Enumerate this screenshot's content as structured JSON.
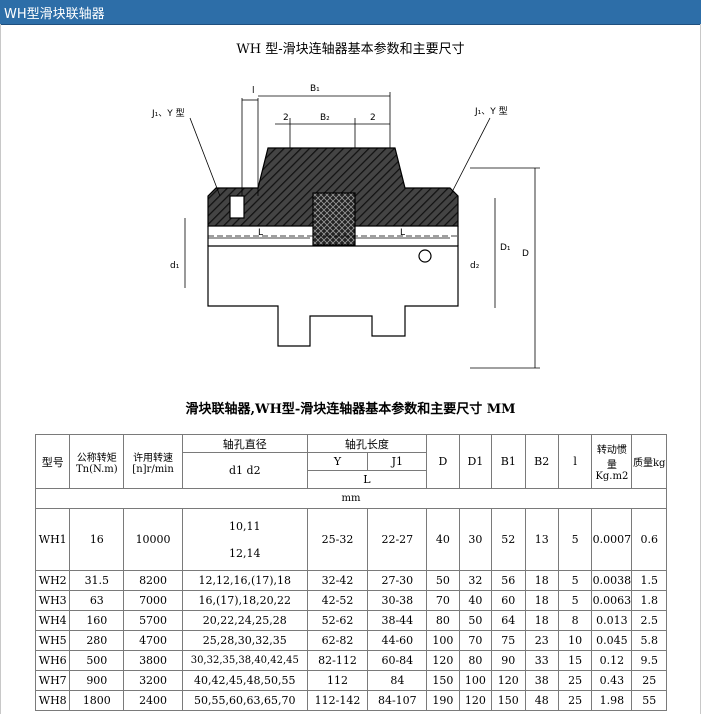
{
  "window": {
    "title": "WH型滑块联轴器"
  },
  "heading": "WH 型-滑块连轴器基本参数和主要尺寸",
  "diagram": {
    "labels": {
      "jy_left": "J₁、Y 型",
      "jy_right": "J₁、Y 型",
      "l_top": "l",
      "b1": "B₁",
      "two_left": "2",
      "b2": "B₂",
      "two_right": "2",
      "l_left": "L",
      "l_right": "L",
      "d_left": "d₁",
      "d2": "d₂",
      "d1_right": "D₁",
      "d_big": "D"
    }
  },
  "subheading": "滑块联轴器,WH型-滑块连轴器基本参数和主要尺寸 MM",
  "table": {
    "headers": {
      "model": "型号",
      "torque": "公称转矩Tn(N.m)",
      "speed": "许用转速[n]r/min",
      "bore": "轴孔直径",
      "bore_sub": "d1 d2",
      "length": "轴孔长度",
      "y": "Y",
      "j1": "J1",
      "l_cap": "L",
      "D": "D",
      "D1": "D1",
      "B1": "B1",
      "B2": "B2",
      "l": "l",
      "inertia": "转动惯量Kg.m2",
      "mass": "质量kg",
      "mm": "mm"
    },
    "rows": [
      {
        "model": "WH1",
        "torque": "16",
        "speed": "10000",
        "bore": "10,11",
        "bore2": "12,14",
        "y": "25-32",
        "j1": "22-27",
        "D": "40",
        "D1": "30",
        "B1": "52",
        "B2": "13",
        "l": "5",
        "inertia": "0.0007",
        "mass": "0.6"
      },
      {
        "model": "WH2",
        "torque": "31.5",
        "speed": "8200",
        "bore": "12,12,16,(17),18",
        "y": "32-42",
        "j1": "27-30",
        "D": "50",
        "D1": "32",
        "B1": "56",
        "B2": "18",
        "l": "5",
        "inertia": "0.0038",
        "mass": "1.5"
      },
      {
        "model": "WH3",
        "torque": "63",
        "speed": "7000",
        "bore": "16,(17),18,20,22",
        "y": "42-52",
        "j1": "30-38",
        "D": "70",
        "D1": "40",
        "B1": "60",
        "B2": "18",
        "l": "5",
        "inertia": "0.0063",
        "mass": "1.8"
      },
      {
        "model": "WH4",
        "torque": "160",
        "speed": "5700",
        "bore": "20,22,24,25,28",
        "y": "52-62",
        "j1": "38-44",
        "D": "80",
        "D1": "50",
        "B1": "64",
        "B2": "18",
        "l": "8",
        "inertia": "0.013",
        "mass": "2.5"
      },
      {
        "model": "WH5",
        "torque": "280",
        "speed": "4700",
        "bore": "25,28,30,32,35",
        "y": "62-82",
        "j1": "44-60",
        "D": "100",
        "D1": "70",
        "B1": "75",
        "B2": "23",
        "l": "10",
        "inertia": "0.045",
        "mass": "5.8"
      },
      {
        "model": "WH6",
        "torque": "500",
        "speed": "3800",
        "bore": "30,32,35,38,40,42,45",
        "y": "82-112",
        "j1": "60-84",
        "D": "120",
        "D1": "80",
        "B1": "90",
        "B2": "33",
        "l": "15",
        "inertia": "0.12",
        "mass": "9.5"
      },
      {
        "model": "WH7",
        "torque": "900",
        "speed": "3200",
        "bore": "40,42,45,48,50,55",
        "y": "112",
        "j1": "84",
        "D": "150",
        "D1": "100",
        "B1": "120",
        "B2": "38",
        "l": "25",
        "inertia": "0.43",
        "mass": "25"
      },
      {
        "model": "WH8",
        "torque": "1800",
        "speed": "2400",
        "bore": "50,55,60,63,65,70",
        "y": "112-142",
        "j1": "84-107",
        "D": "190",
        "D1": "120",
        "B1": "150",
        "B2": "48",
        "l": "25",
        "inertia": "1.98",
        "mass": "55"
      }
    ]
  }
}
